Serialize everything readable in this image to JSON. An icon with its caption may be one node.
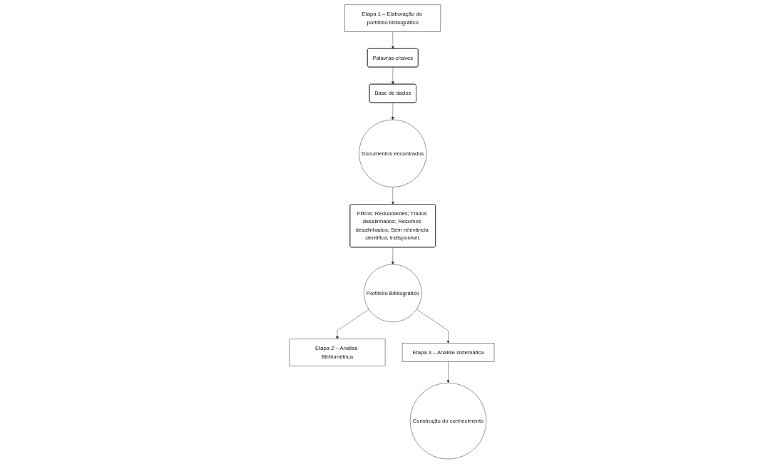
{
  "diagram": {
    "nodes": [
      {
        "text": [
          "Etapa 1 – Elaboração do portifólio bibliográfico"
        ]
      },
      {
        "text": [
          "Palavras-chaves"
        ]
      },
      {
        "text": [
          "Base de dados"
        ]
      },
      {
        "text": [
          "Documentos encontrados"
        ]
      },
      {
        "text": [
          "Filtros: Redundantes; Títulos desalinhados; Resumos desalinhados; Sem relevância científica; Indisponivel."
        ]
      },
      {
        "text": [
          "Portifólio Bibliográfico"
        ]
      },
      {
        "text": [
          "Etapa 2 – Análise Bibliométrica"
        ]
      },
      {
        "text": [
          "Etapa 3 – Análise sistemática"
        ]
      },
      {
        "text": [
          "Construção do conhecimento"
        ]
      }
    ],
    "edges": [
      {
        "from": 0,
        "to": 1,
        "arrow": "to"
      },
      {
        "from": 1,
        "to": 2,
        "arrow": "to"
      },
      {
        "from": 2,
        "to": 3,
        "arrow": "to"
      },
      {
        "from": 3,
        "to": 4,
        "arrow": "to"
      },
      {
        "from": 4,
        "to": 5,
        "arrow": "to"
      },
      {
        "from": 5,
        "to": 6,
        "arrow": "to"
      },
      {
        "from": 5,
        "to": 7,
        "arrow": "to"
      },
      {
        "from": 7,
        "to": 8,
        "arrow": "to"
      }
    ]
  }
}
